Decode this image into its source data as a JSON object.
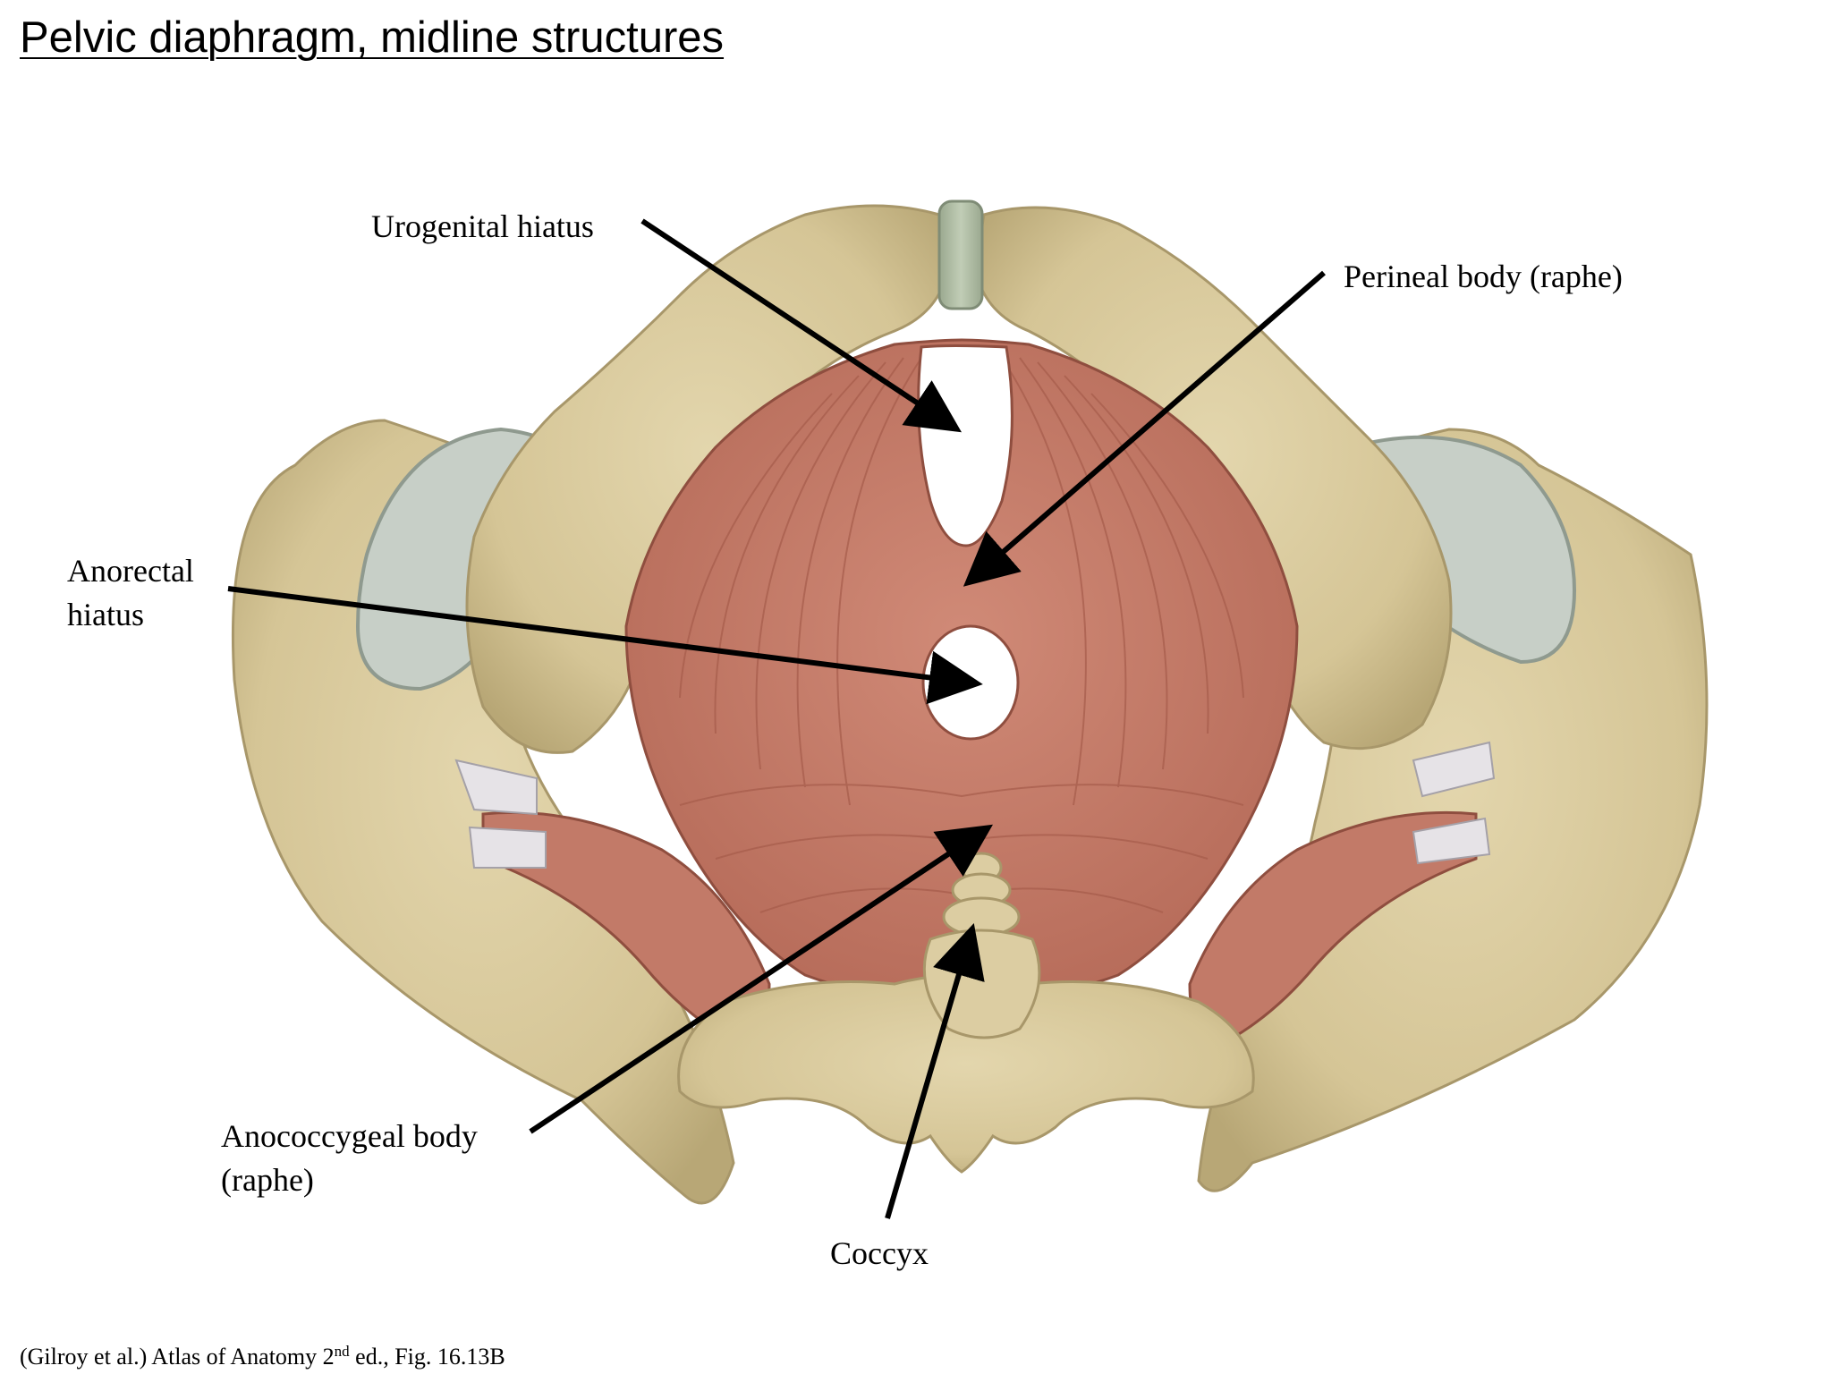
{
  "slide": {
    "title": "Pelvic diaphragm, midline structures"
  },
  "labels": {
    "urogenital_hiatus": "Urogenital hiatus",
    "perineal_body": "Perineal body (raphe)",
    "anorectal_hiatus_line1": "Anorectal",
    "anorectal_hiatus_line2": "hiatus",
    "anococcygeal_body_line1": "Anococcygeal body",
    "anococcygeal_body_line2": "(raphe)",
    "coccyx": "Coccyx"
  },
  "caption": {
    "prefix": "(Gilroy et al.) Atlas of Anatomy 2",
    "superscript": "nd",
    "suffix": " ed., Fig. 16.13B"
  },
  "colors": {
    "bone": "#d8c99d",
    "bone_shadow": "#b3a274",
    "muscle": "#c27a68",
    "muscle_fiber": "#a65c4b",
    "cartilage": "#aebca3",
    "acetabulum": "#c7cfc7",
    "tendon": "#e6e3e7",
    "arrow": "#000000"
  }
}
